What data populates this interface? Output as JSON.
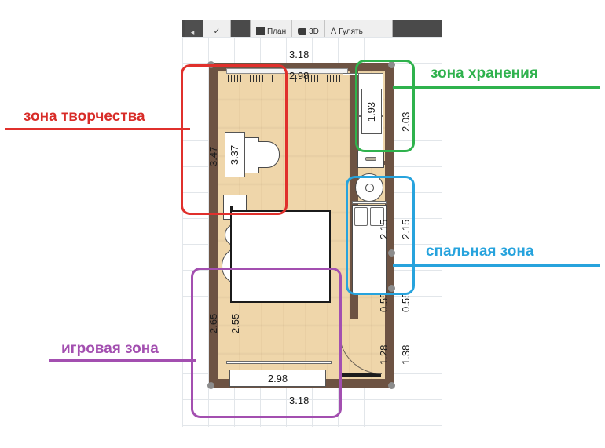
{
  "app": {
    "toolbar": {
      "back_icon": "arrow-left-icon",
      "check_icon": "check-icon",
      "tabs": [
        {
          "label": "План",
          "icon": "plan-icon"
        },
        {
          "label": "3D",
          "icon": "cube-3d-icon"
        },
        {
          "label": "Гулять",
          "icon": "walk-icon"
        }
      ]
    }
  },
  "zones": [
    {
      "id": "creativity",
      "label": "зона творчества",
      "color": "#d82c28"
    },
    {
      "id": "storage",
      "label": "зона хранения",
      "color": "#2fb24d"
    },
    {
      "id": "bedroom",
      "label": "спальная зона",
      "color": "#27a3dd"
    },
    {
      "id": "play",
      "label": "игровая зона",
      "color": "#a34fb0"
    }
  ],
  "floorplan": {
    "dimensions": {
      "top_outer": "3.18",
      "top_inner": "2.98",
      "left_outer": "3.47",
      "left_inner": "3.37",
      "storage_inner": "1.93",
      "storage_outer": "2.03",
      "bed_inner": "2.15",
      "bed_outer": "2.15",
      "gap_inner": "0.55",
      "gap_outer": "0.55",
      "door_inner": "1.28",
      "door_outer": "1.38",
      "play_outer": "2.65",
      "play_inner": "2.55",
      "bottom_inner": "2.98",
      "bottom_outer": "3.18"
    }
  }
}
